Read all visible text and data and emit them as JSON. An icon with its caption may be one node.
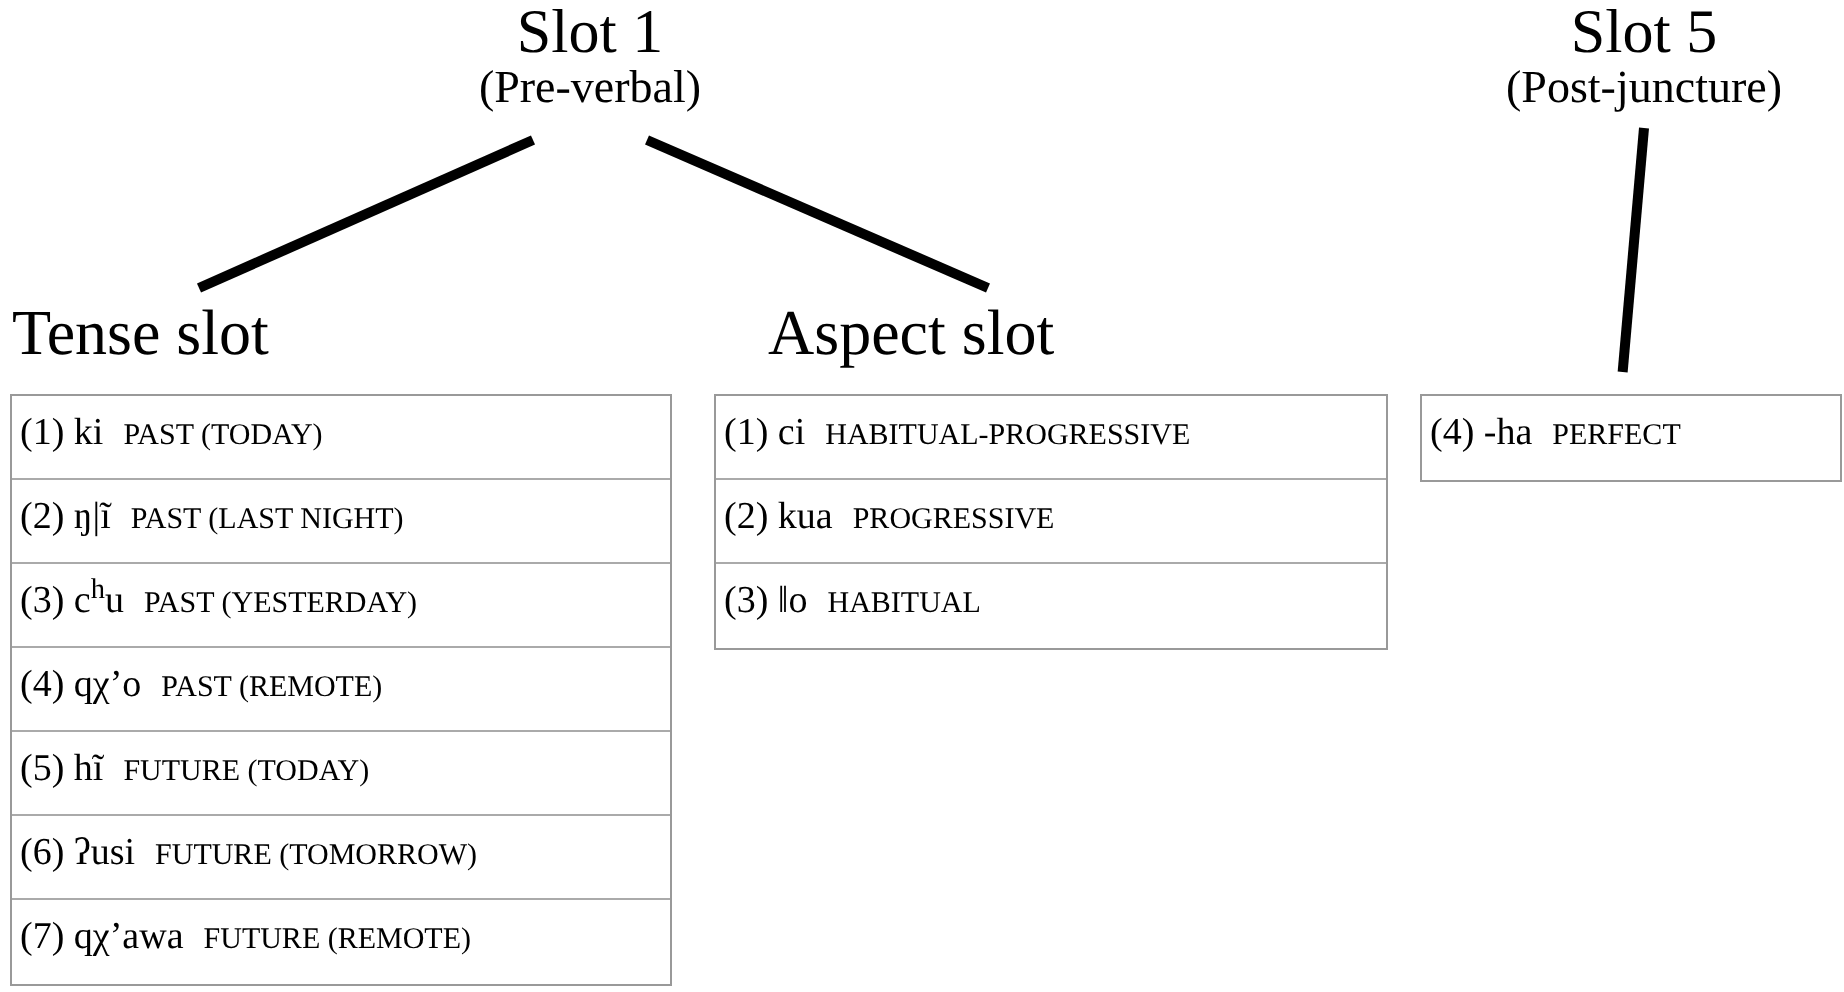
{
  "diagram": {
    "nodes": [
      {
        "text": [
          "Slot 1",
          "(Pre-verbal)"
        ]
      },
      {
        "text": [
          "Tense slot"
        ]
      },
      {
        "text": [
          "Aspect slot"
        ]
      },
      {
        "text": [
          "Slot 5",
          "(Post-juncture)"
        ]
      },
      {
        "text": [],
        "shape": "box"
      },
      {
        "text": [
          "(1) ki",
          "PAST (TODAY)"
        ],
        "in": 4
      },
      {
        "text": [
          "(2) ŋ|ĩ",
          "PAST (LAST NIGHT)"
        ],
        "in": 4
      },
      {
        "text": [
          "(3) c$^{h}$u",
          "PAST (YESTERDAY)"
        ],
        "in": 4
      },
      {
        "text": [
          "(4) qχ’o",
          "PAST (REMOTE)"
        ],
        "in": 4
      },
      {
        "text": [
          "(5) hĩ",
          "FUTURE (TODAY)"
        ],
        "in": 4
      },
      {
        "text": [
          "(6) ʔusi",
          "FUTURE (TOMORROW)"
        ],
        "in": 4
      },
      {
        "text": [
          "(7) qχ’awa",
          "FUTURE (REMOTE)"
        ],
        "in": 4
      },
      {
        "text": [],
        "shape": "box"
      },
      {
        "text": [
          "(1) ci",
          "HABITUAL-PROGRESSIVE"
        ],
        "in": 12
      },
      {
        "text": [
          "(2) kua",
          "PROGRESSIVE"
        ],
        "in": 12
      },
      {
        "text": [
          "(3) ‖o",
          "HABITUAL"
        ],
        "in": 12
      },
      {
        "text": [
          "(4) -ha",
          "PERFECT"
        ]
      }
    ],
    "edges": [
      {
        "from": 0,
        "to": 1,
        "arrow": "none"
      },
      {
        "from": 0,
        "to": 2,
        "arrow": "none"
      },
      {
        "from": 3,
        "to": 16,
        "arrow": "none"
      }
    ]
  }
}
